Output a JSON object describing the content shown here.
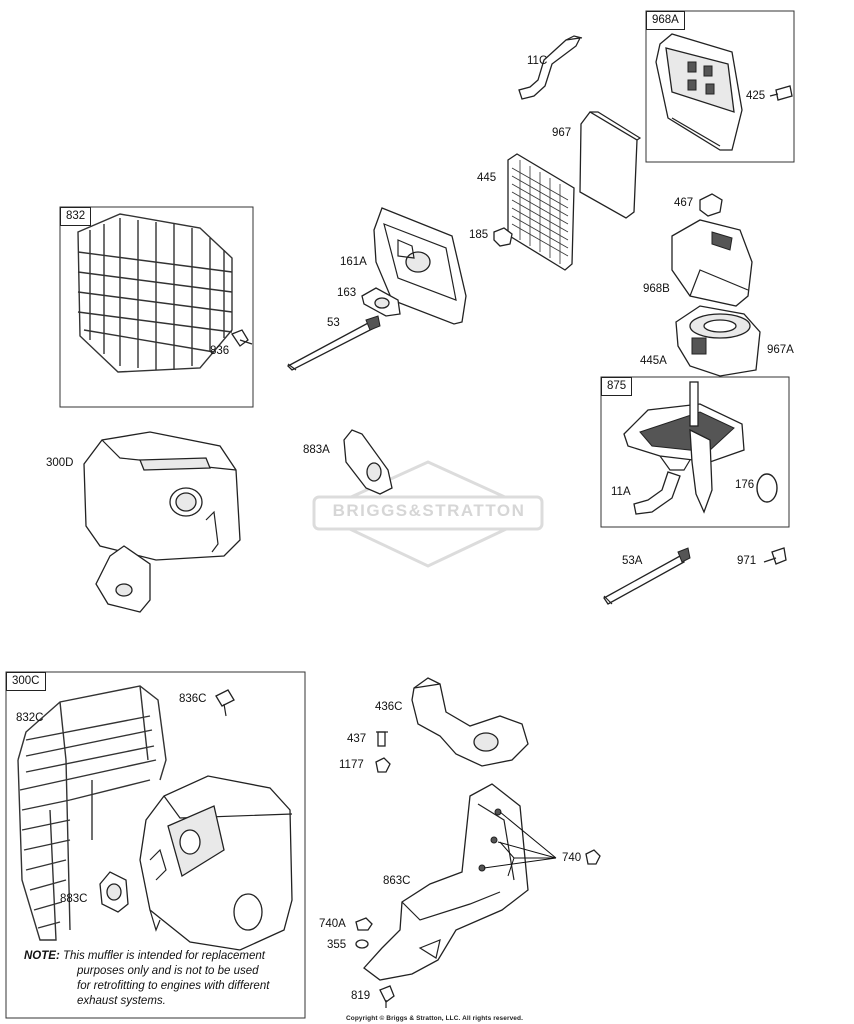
{
  "watermark": "BRIGGS&STRATTON",
  "copyright": "Copyright © Briggs & Stratton, LLC. All rights reserved.",
  "note": {
    "label": "NOTE:",
    "line1": "This muffler is intended for replacement",
    "line2": "purposes only and is not to be used",
    "line3": "for retrofitting to engines with different",
    "line4": "exhaust systems."
  },
  "boxes": {
    "b968A": "968A",
    "b832": "832",
    "b875": "875",
    "b300C": "300C"
  },
  "parts": {
    "p11C": "11C",
    "p967": "967",
    "p425": "425",
    "p445": "445",
    "p467": "467",
    "p161A": "161A",
    "p185": "185",
    "p968B": "968B",
    "p163": "163",
    "p53": "53",
    "p836": "836",
    "p445A": "445A",
    "p967A": "967A",
    "p300D": "300D",
    "p883A": "883A",
    "p11A": "11A",
    "p176": "176",
    "p53A": "53A",
    "p971": "971",
    "p836C": "836C",
    "p832C": "832C",
    "p436C": "436C",
    "p437": "437",
    "p1177": "1177",
    "p740": "740",
    "p863C": "863C",
    "p883C": "883C",
    "p740A": "740A",
    "p355": "355",
    "p819": "819"
  }
}
